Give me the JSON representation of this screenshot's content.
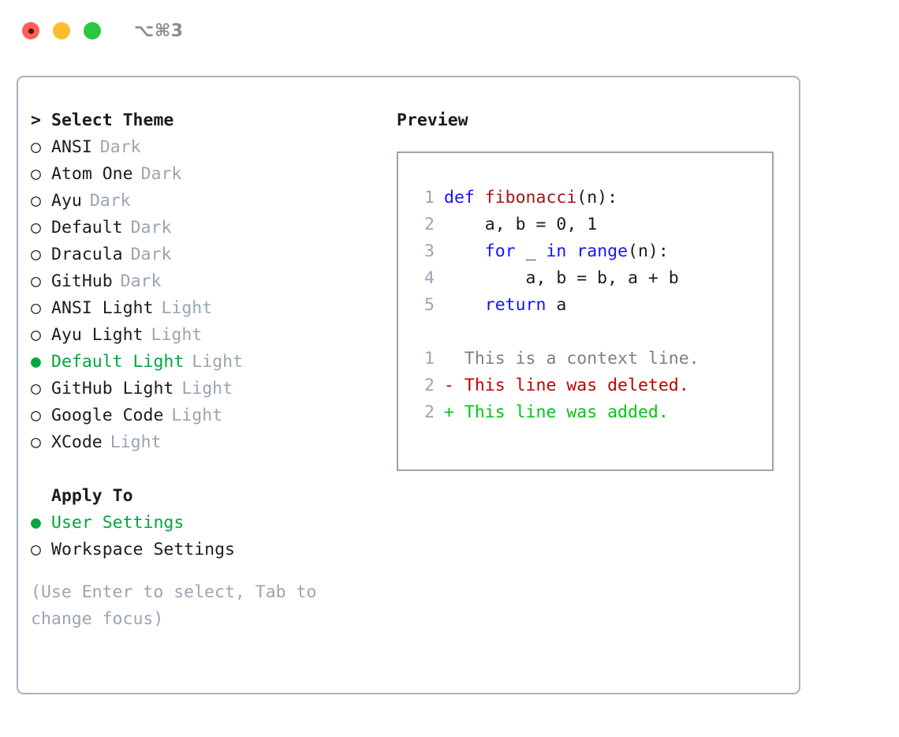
{
  "titlebar": {
    "shortcut": "⌥⌘3",
    "dots": [
      {
        "name": "close-button",
        "color": "#ff5f57"
      },
      {
        "name": "minimize-button",
        "color": "#ffbd2e"
      },
      {
        "name": "maximize-button",
        "color": "#28c840"
      }
    ]
  },
  "theme_list": {
    "header_marker": ">",
    "header_label": "Select Theme",
    "items": [
      {
        "marker": "○",
        "label": "ANSI",
        "suffix": "Dark",
        "selected": false
      },
      {
        "marker": "○",
        "label": "Atom One",
        "suffix": "Dark",
        "selected": false
      },
      {
        "marker": "○",
        "label": "Ayu",
        "suffix": "Dark",
        "selected": false
      },
      {
        "marker": "○",
        "label": "Default",
        "suffix": "Dark",
        "selected": false
      },
      {
        "marker": "○",
        "label": "Dracula",
        "suffix": "Dark",
        "selected": false
      },
      {
        "marker": "○",
        "label": "GitHub",
        "suffix": "Dark",
        "selected": false
      },
      {
        "marker": "○",
        "label": "ANSI Light",
        "suffix": "Light",
        "selected": false
      },
      {
        "marker": "○",
        "label": "Ayu Light",
        "suffix": "Light",
        "selected": false
      },
      {
        "marker": "●",
        "label": "Default Light",
        "suffix": "Light",
        "selected": true
      },
      {
        "marker": "○",
        "label": "GitHub Light",
        "suffix": "Light",
        "selected": false
      },
      {
        "marker": "○",
        "label": "Google Code",
        "suffix": "Light",
        "selected": false
      },
      {
        "marker": "○",
        "label": "XCode",
        "suffix": "Light",
        "selected": false
      }
    ]
  },
  "apply_to": {
    "header_label": "Apply To",
    "items": [
      {
        "marker": "●",
        "label": "User Settings",
        "selected": true
      },
      {
        "marker": "○",
        "label": "Workspace Settings",
        "selected": false
      }
    ]
  },
  "hint": "(Use Enter to select, Tab to change focus)",
  "preview": {
    "title": "Preview",
    "code_lines": [
      {
        "no": "1",
        "tokens": [
          {
            "t": "def ",
            "c": "kw"
          },
          {
            "t": "fibonacci",
            "c": "fn"
          },
          {
            "t": "(n):",
            "c": "plain"
          }
        ]
      },
      {
        "no": "2",
        "tokens": [
          {
            "t": "    a, b = 0, 1",
            "c": "plain"
          }
        ]
      },
      {
        "no": "3",
        "tokens": [
          {
            "t": "    ",
            "c": "plain"
          },
          {
            "t": "for",
            "c": "kw"
          },
          {
            "t": " _ ",
            "c": "plain"
          },
          {
            "t": "in range",
            "c": "kw"
          },
          {
            "t": "(n):",
            "c": "plain"
          }
        ]
      },
      {
        "no": "4",
        "tokens": [
          {
            "t": "        a, b = b, a + b",
            "c": "plain"
          }
        ]
      },
      {
        "no": "5",
        "tokens": [
          {
            "t": "    ",
            "c": "plain"
          },
          {
            "t": "return",
            "c": "kw"
          },
          {
            "t": " a",
            "c": "plain"
          }
        ]
      },
      {
        "no": "",
        "tokens": []
      },
      {
        "no": "1",
        "tokens": [
          {
            "t": "  This is a context line.",
            "c": "ctx"
          }
        ]
      },
      {
        "no": "2",
        "tokens": [
          {
            "t": "- This line was deleted.",
            "c": "del"
          }
        ]
      },
      {
        "no": "2",
        "tokens": [
          {
            "t": "+ This line was added.",
            "c": "add"
          }
        ]
      }
    ]
  },
  "colors": {
    "accent_green": "#00a63e",
    "muted": "#9aa5b1",
    "keyword_blue": "#1414ff",
    "function_red": "#a31515",
    "diff_delete": "#c00000",
    "diff_add": "#00c414",
    "border": "#a7b2bf"
  }
}
